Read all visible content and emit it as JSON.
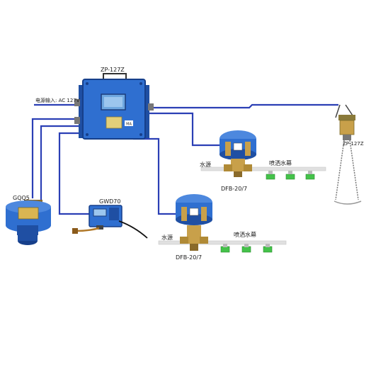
{
  "labels": {
    "controller": "ZP-127Z",
    "power_input": "电源输入: AC 127V",
    "sensor_right": "ZP-127Z",
    "gqq": "GQQ5",
    "gwd": "GWD70",
    "water_source_1": "水源",
    "spray_nozzle_1": "喷洒水幕",
    "valve_1": "DFB-20/7",
    "water_source_2": "水源",
    "spray_nozzle_2": "喷洒水幕",
    "valve_2": "DFB-20/7",
    "device_badge": "MA"
  },
  "colors": {
    "wire": "#2b3fb5",
    "device_blue": "#2f6fd0",
    "device_dark": "#163f8a",
    "brass": "#c8a04a",
    "pipe": "#d9d9d9",
    "nozzle_green": "#44c24a"
  }
}
